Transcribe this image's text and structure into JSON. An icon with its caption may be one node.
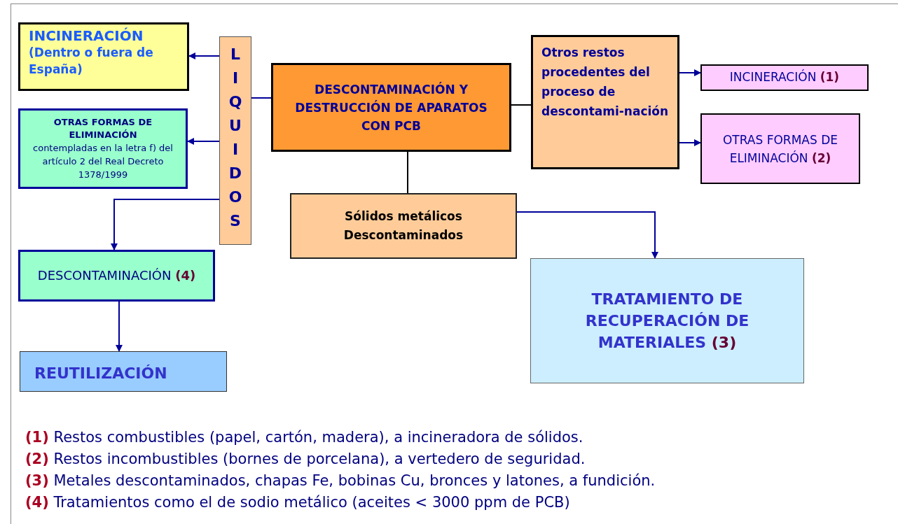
{
  "diagram": {
    "nodes": [
      {
        "text": [
          "INCINERACIÓN",
          "(Dentro o fuera de España)"
        ]
      },
      {
        "text": [
          "OTRAS FORMAS DE ELIMINACIÓN",
          "contempladas en la letra f) del artículo 2 del Real Decreto 1378/1999"
        ]
      },
      {
        "text": [
          "LIQUIDOS"
        ]
      },
      {
        "text": [
          "DESCONTAMINACIÓN Y DESTRUCCIÓN DE APARATOS CON PCB"
        ]
      },
      {
        "text": [
          "Otros restos procedentes del proceso de descontami-nación"
        ]
      },
      {
        "text": [
          "INCINERACIÓN **(1)**"
        ]
      },
      {
        "text": [
          "OTRAS FORMAS DE ELIMINACIÓN **(2)**"
        ]
      },
      {
        "text": [
          "Sólidos metálicos Descontaminados"
        ]
      },
      {
        "text": [
          "DESCONTAMINACIÓN **(4)**"
        ]
      },
      {
        "text": [
          "TRATAMIENTO DE RECUPERACIÓN DE MATERIALES **(3)**"
        ]
      },
      {
        "text": [
          "REUTILIZACIÓN"
        ]
      }
    ],
    "edges": [
      {
        "from": 3,
        "to": 2,
        "arrow": "none"
      },
      {
        "from": 2,
        "to": 0,
        "arrow": "to"
      },
      {
        "from": 2,
        "to": 1,
        "arrow": "to"
      },
      {
        "from": 2,
        "to": 8,
        "arrow": "to"
      },
      {
        "from": 3,
        "to": 4,
        "arrow": "none",
        "color": "#000000"
      },
      {
        "from": 4,
        "to": 5,
        "arrow": "to"
      },
      {
        "from": 4,
        "to": 6,
        "arrow": "to"
      },
      {
        "from": 3,
        "to": 7,
        "arrow": "none",
        "color": "#000000"
      },
      {
        "from": 7,
        "to": 9,
        "arrow": "to"
      },
      {
        "from": 8,
        "to": 10,
        "arrow": "to"
      }
    ],
    "labels": [
      "**(1)** Restos combustibles (papel, cartón, madera), a incineradora de sólidos.",
      "**(2)** Restos incombustibles (bornes de porcelana), a vertedero de seguridad.",
      "**(3)** Metales descontaminados, chapas Fe, bobinas Cu, bronces y latones, a fundición.",
      "**(4)** Tratamientos como el de sodio metálico (aceites < 3000 ppm de PCB)"
    ]
  }
}
